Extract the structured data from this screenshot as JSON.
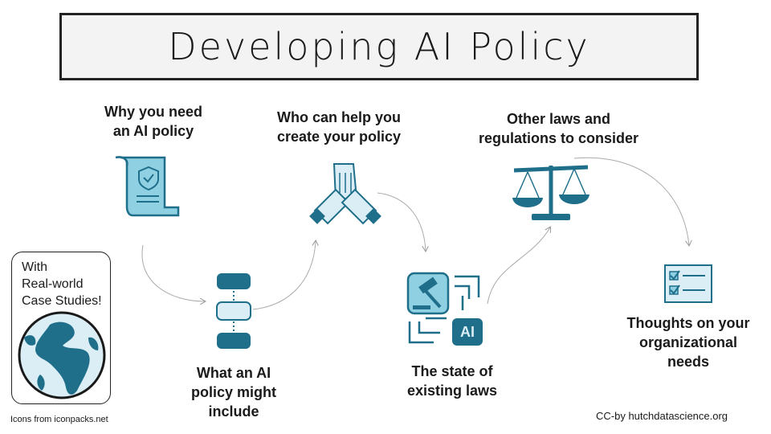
{
  "title": "Developing AI Policy",
  "steps": [
    {
      "label_line1": "Why you need",
      "label_line2": "an AI policy",
      "icon": "policy-scroll-icon"
    },
    {
      "label_line1": "What an AI",
      "label_line2": "policy might",
      "label_line3": "include",
      "icon": "stacked-blocks-icon"
    },
    {
      "label_line1": "Who can help you",
      "label_line2": "create your policy",
      "icon": "handshake-stack-icon"
    },
    {
      "label_line1": "The state of",
      "label_line2": "existing laws",
      "icon": "gavel-maze-icon"
    },
    {
      "label_line1": "Other laws and",
      "label_line2": "regulations to consider",
      "icon": "scales-icon"
    },
    {
      "label_line1": "Thoughts on your",
      "label_line2": "organizational",
      "label_line3": "needs",
      "icon": "checklist-icon"
    }
  ],
  "ai_badge": "AI",
  "case_box": {
    "line1": "With",
    "line2": "Real-world",
    "line3": "Case Studies!",
    "icon": "globe-icon"
  },
  "footer_left": "Icons from iconpacks.net",
  "footer_right": "CC-by hutchdatascience.org",
  "colors": {
    "teal_dark": "#1f6f8b",
    "teal_light": "#8fd0e3",
    "ink": "#1a1a1a"
  }
}
